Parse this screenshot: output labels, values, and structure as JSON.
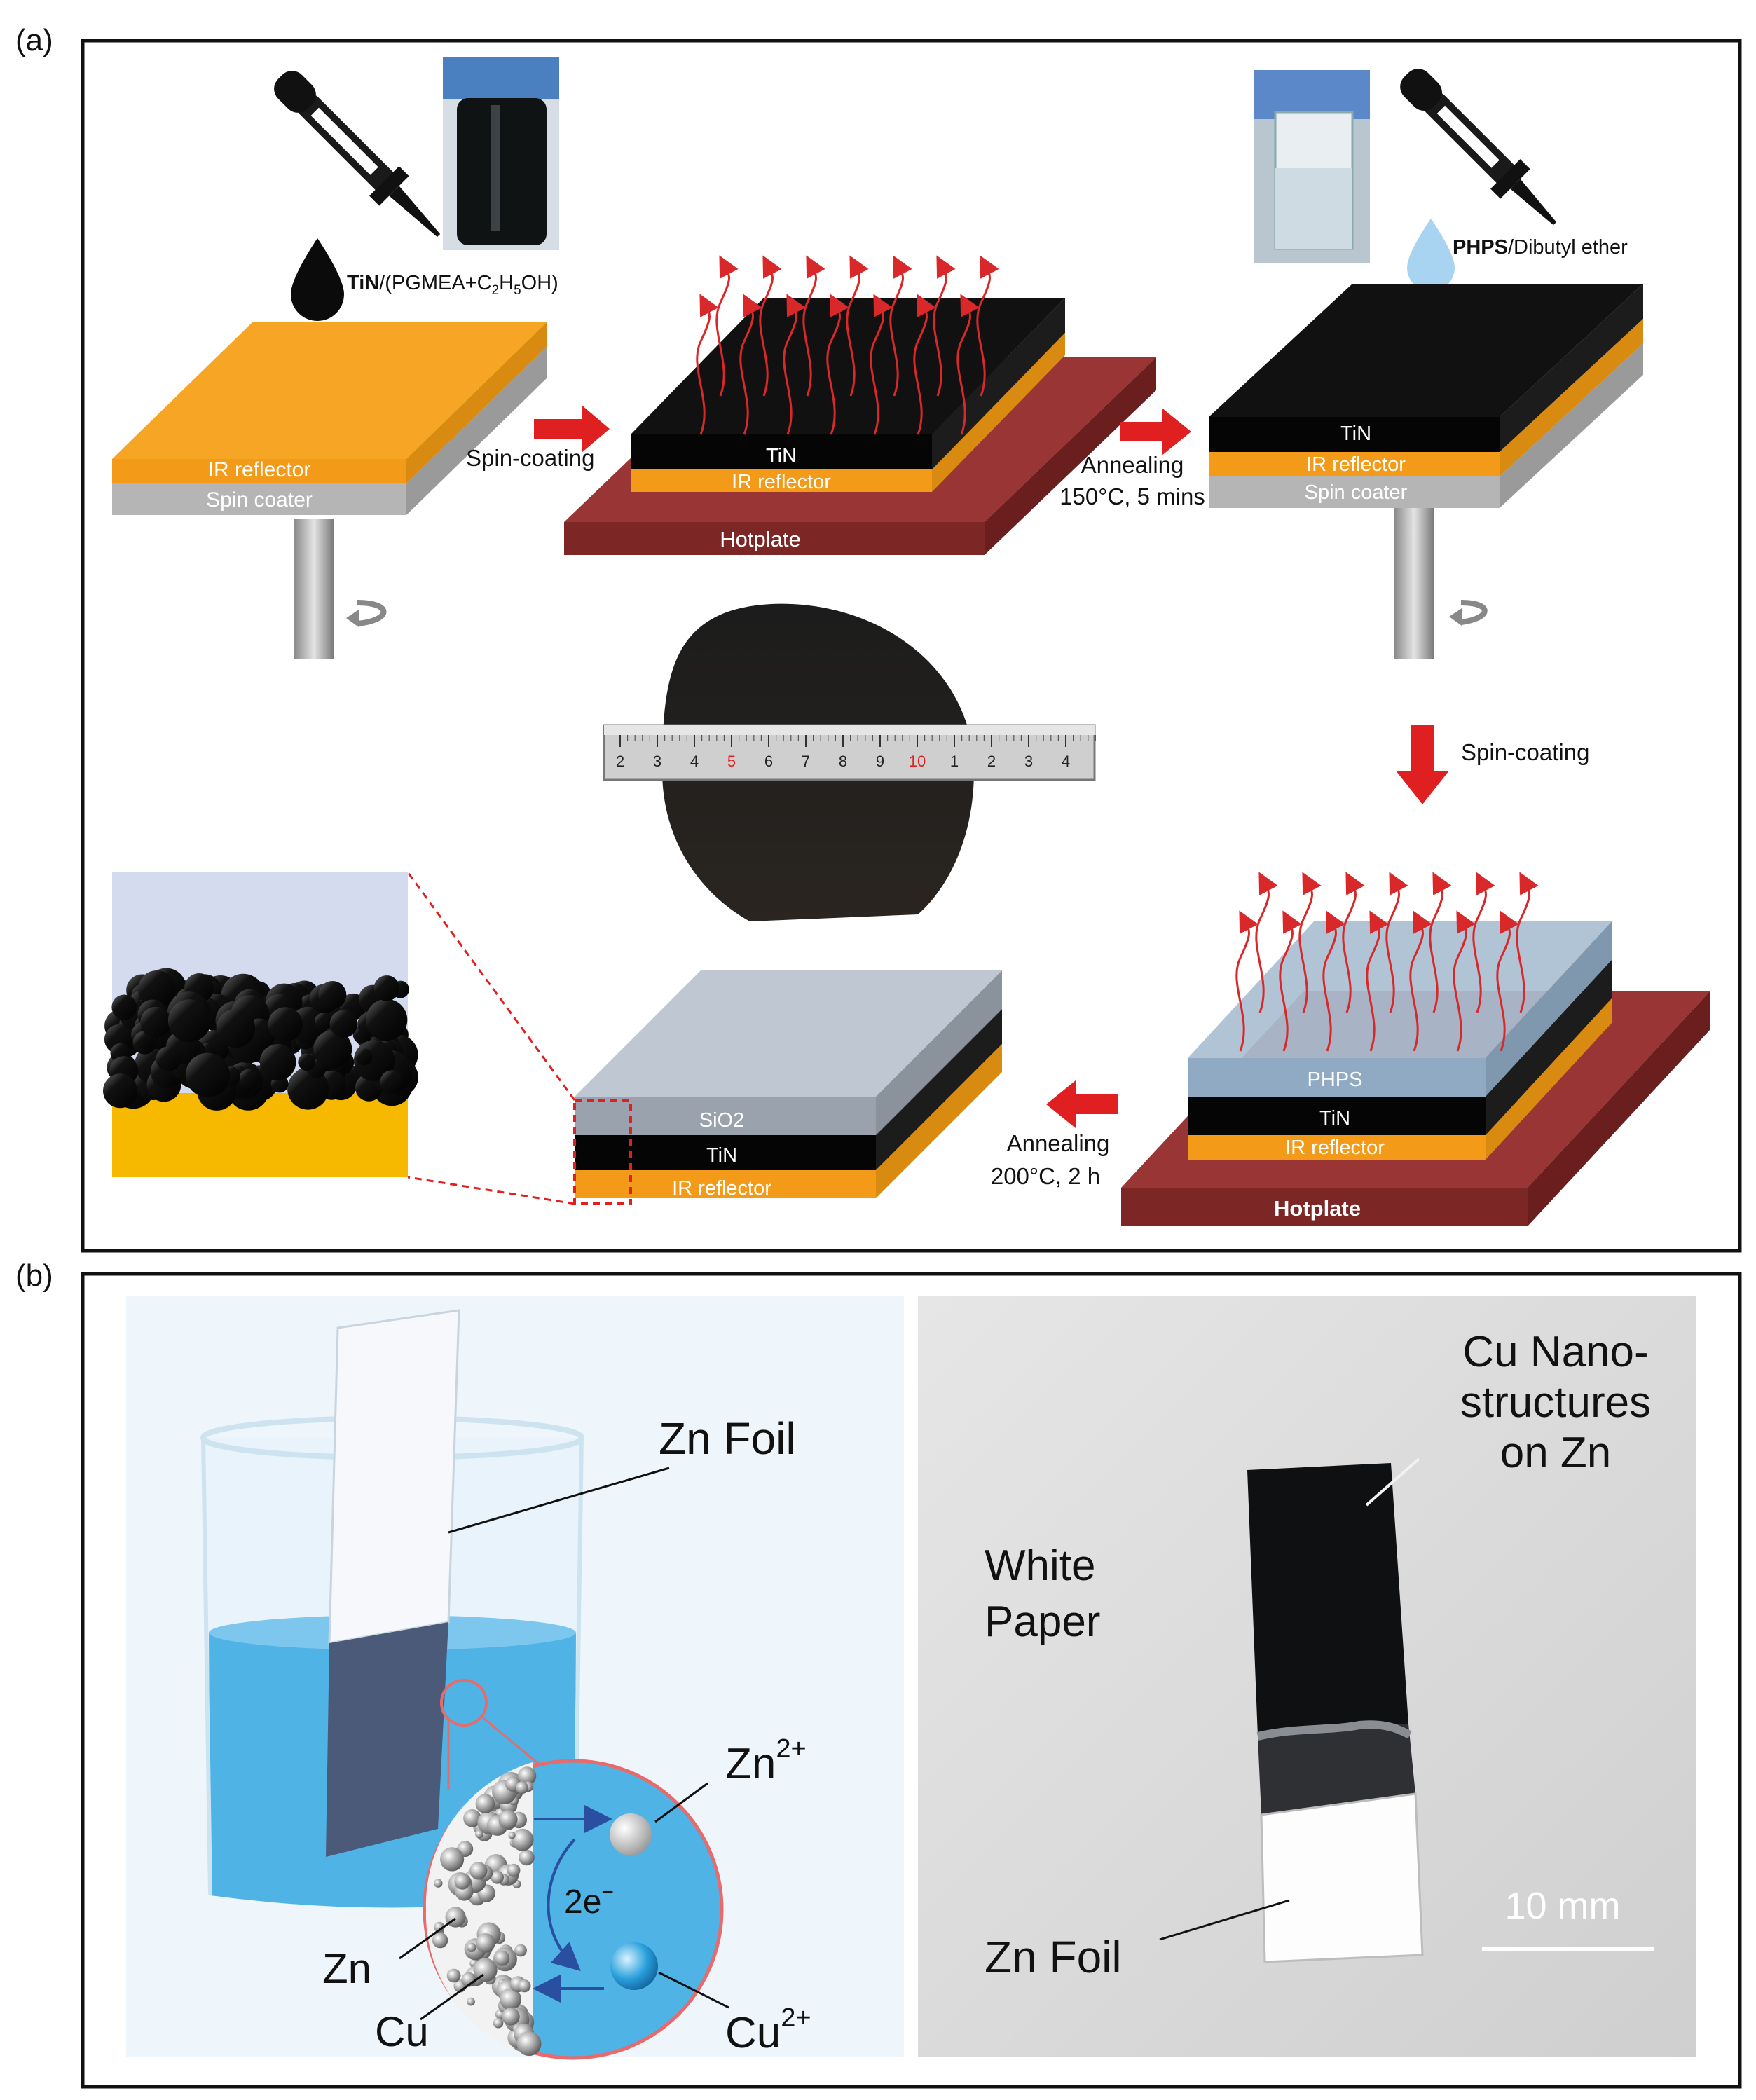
{
  "panel_a": {
    "tag": "(a)",
    "ink1": {
      "bold": "TiN",
      "rest": "/(PGMEA+C",
      "sub1": "2",
      "mid": "H",
      "sub2": "5",
      "end": "OH)"
    },
    "ink2": {
      "bold": "PHPS",
      "rest": "/Dibutyl ether"
    },
    "stage1": {
      "top": "IR reflector",
      "base": "Spin coater"
    },
    "step1": "Spin-coating",
    "stage2": {
      "l1": "TiN",
      "l2": "IR reflector",
      "plate": "Hotplate"
    },
    "step2": {
      "l1": "Annealing",
      "l2": "150°C, 5 mins"
    },
    "stage3": {
      "l1": "TiN",
      "l2": "IR reflector",
      "base": "Spin coater"
    },
    "step3": "Spin-coating",
    "stage4": {
      "l1": "PHPS",
      "l2": "TiN",
      "l3": "IR reflector",
      "plate": "Hotplate"
    },
    "step4": {
      "l1": "Annealing",
      "l2": "200°C, 2 h"
    },
    "stage5": {
      "l1": "SiO2",
      "l2": "TiN",
      "l3": "IR reflector"
    },
    "ruler_ticks": [
      "2",
      "3",
      "4",
      "5",
      "6",
      "7",
      "8",
      "9",
      "10",
      "1",
      "2",
      "3",
      "4"
    ],
    "ruler_red_ticks": [
      "5",
      "10"
    ]
  },
  "panel_b": {
    "tag": "(b)",
    "schematic": {
      "foil": "Zn Foil",
      "zn_ion": "Zn",
      "zn_charge": "2+",
      "electrons": "2e",
      "electrons_sup": "−",
      "cu_ion": "Cu",
      "cu_charge": "2+",
      "zn": "Zn",
      "cu": "Cu"
    },
    "photo": {
      "nano": [
        "Cu Nano-",
        "structures",
        "on Zn"
      ],
      "paper": [
        "White",
        "Paper"
      ],
      "foil": "Zn Foil",
      "scale": "10 mm"
    }
  },
  "colors": {
    "orange": "#f59c1a",
    "grey": "#b8b8b8",
    "black": "#0d0d0d",
    "hotplate": "#8c2f2f",
    "arrow_red": "#e02020",
    "vapor_red": "#d8282a",
    "solution_blue": "#4fb3e6",
    "gold": "#f7b800"
  }
}
